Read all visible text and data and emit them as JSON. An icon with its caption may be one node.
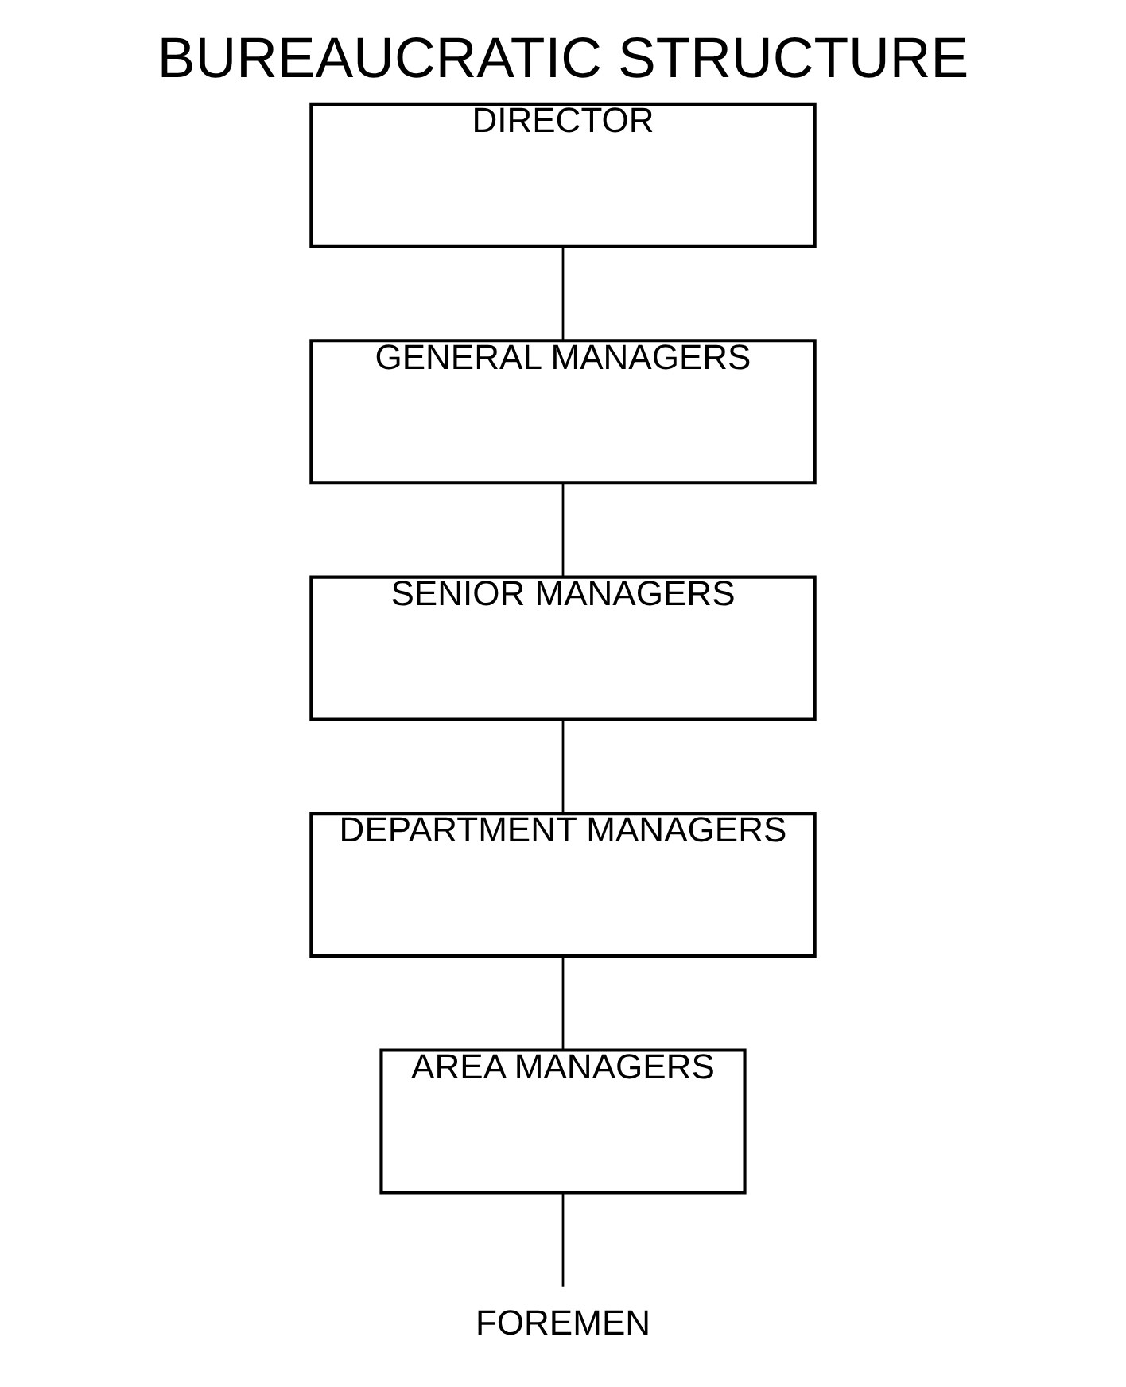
{
  "diagram": {
    "title": "BUREAUCRATIC STRUCTURE",
    "nodes": [
      {
        "text": [
          "DIRECTOR"
        ]
      },
      {
        "text": [
          "GENERAL MANAGERS"
        ]
      },
      {
        "text": [
          "SENIOR MANAGERS"
        ]
      },
      {
        "text": [
          "DEPARTMENT MANAGERS"
        ]
      },
      {
        "text": [
          "AREA MANAGERS"
        ]
      },
      {
        "text": [
          "FOREMEN"
        ]
      }
    ],
    "edges": [
      {
        "from": 0,
        "to": 1,
        "arrow": "none"
      },
      {
        "from": 1,
        "to": 2,
        "arrow": "none"
      },
      {
        "from": 2,
        "to": 3,
        "arrow": "none"
      },
      {
        "from": 3,
        "to": 4,
        "arrow": "none"
      },
      {
        "from": 4,
        "to": 5,
        "arrow": "none"
      }
    ]
  }
}
